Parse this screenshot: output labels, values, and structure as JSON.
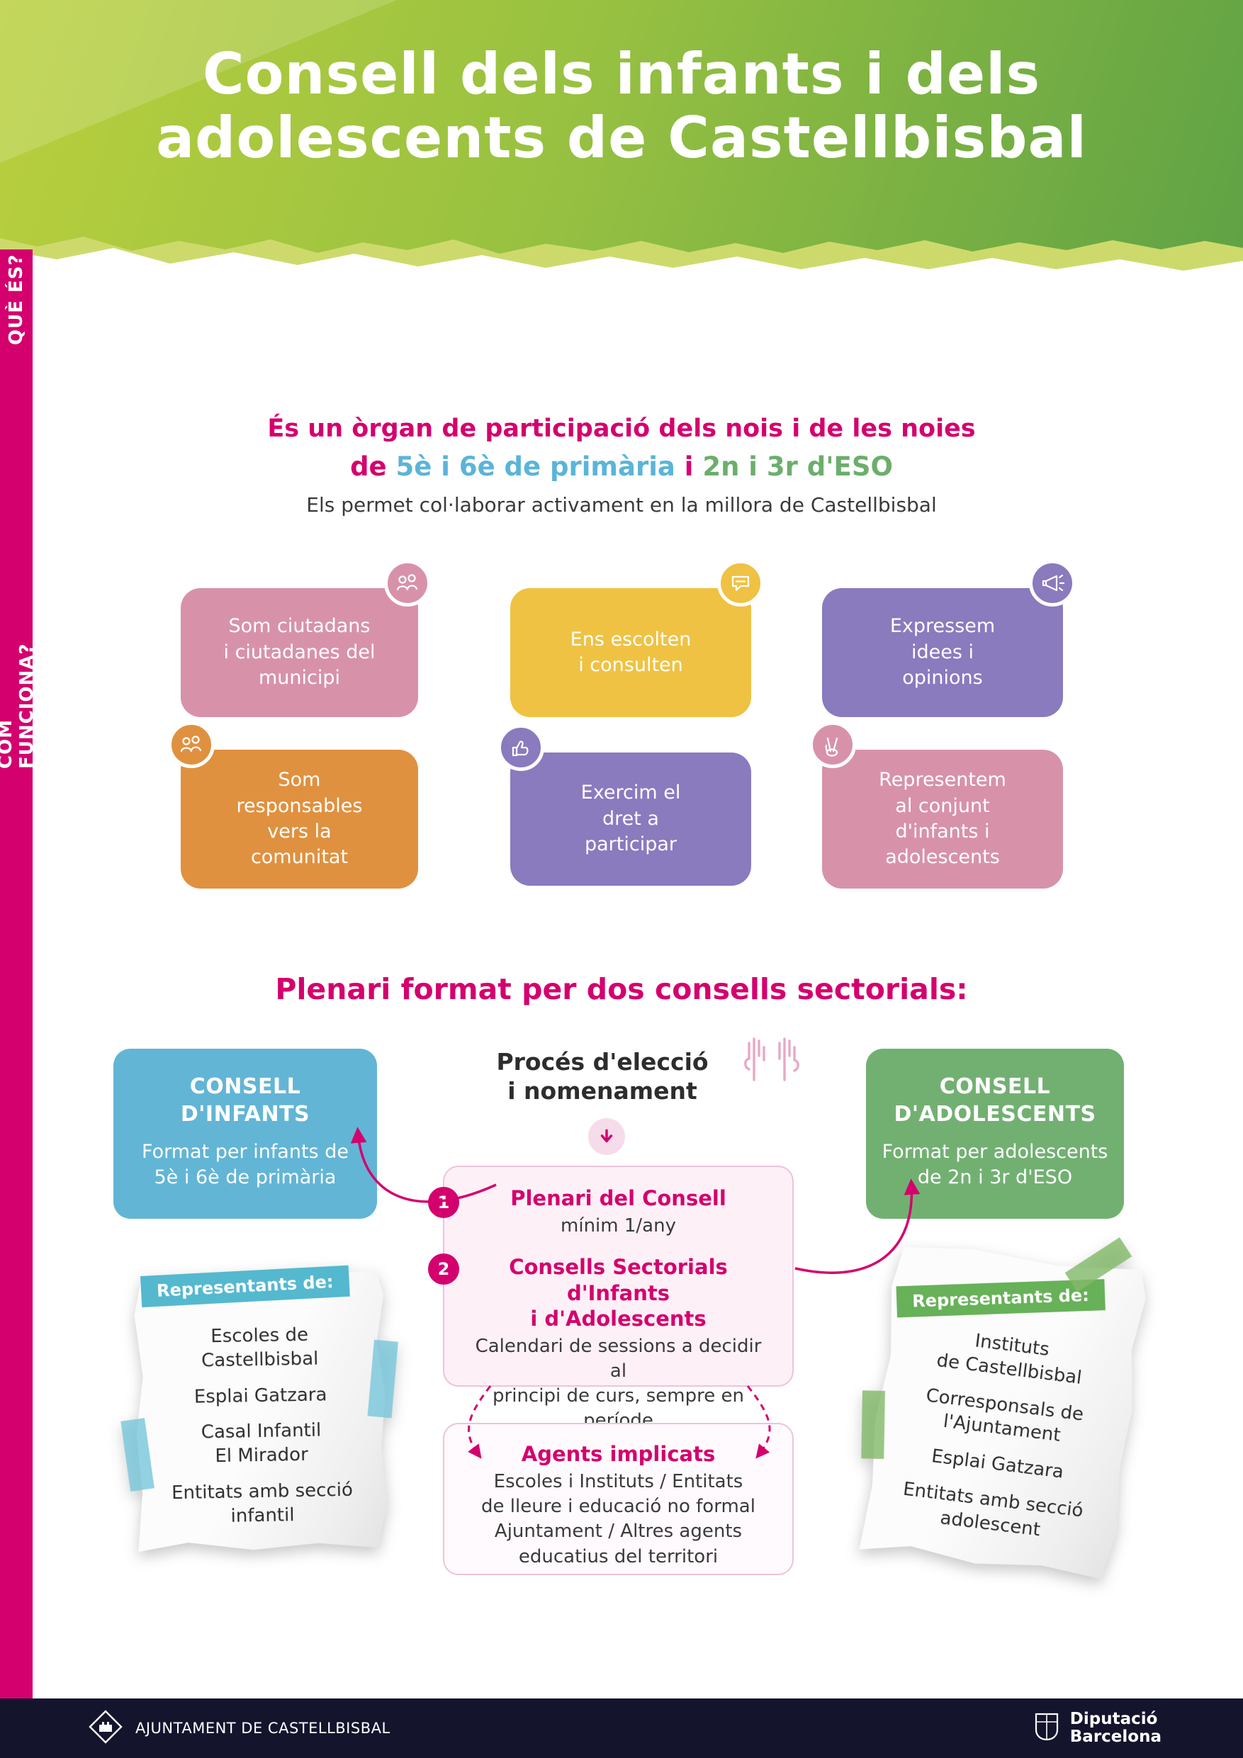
{
  "colors": {
    "magenta": "#d4006e",
    "header_green_light": "#b9cf3d",
    "header_green_dark": "#5fa245",
    "blue": "#62b5d5",
    "green": "#72b072",
    "yellow": "#efc243",
    "purple": "#8a7abe",
    "pink": "#d792a9",
    "orange": "#e0913f",
    "ribbon_blue": "#54b8cf",
    "ribbon_green": "#67b158",
    "footer_bg": "#14142d"
  },
  "header": {
    "title_line1": "Consell dels infants i dels",
    "title_line2": "adolescents de Castellbisbal"
  },
  "sidebar": {
    "que_es": "QUÈ ÉS?",
    "com_funciona": "COM FUNCIONA?"
  },
  "intro": {
    "line1": "És un òrgan de participació dels nois i de les noies",
    "line2_prefix": "de",
    "line2_primaria": "5è i 6è de primària",
    "line2_mid": "i",
    "line2_eso": "2n i 3r d'ESO",
    "line3": "Els permet col·laborar activament en la millora de Castellbisbal"
  },
  "features": [
    {
      "text": "Som ciutadans\ni ciutadanes del\nmunicipi",
      "icon": "citizens-group-icon"
    },
    {
      "text": "Ens escolten\ni consulten",
      "icon": "speech-bubble-icon"
    },
    {
      "text": "Expressem\nidees i\nopinions",
      "icon": "megaphone-icon"
    },
    {
      "text": "Som\nresponsables\nvers la\ncomunitat",
      "icon": "community-group-icon"
    },
    {
      "text": "Exercim el\ndret a\nparticipar",
      "icon": "thumbs-up-icon"
    },
    {
      "text": "Representem\nal conjunt\nd'infants i\nadolescents",
      "icon": "victory-hand-icon"
    }
  ],
  "how": {
    "heading": "Plenari format per dos consells sectorials:",
    "infants": {
      "title": "CONSELL\nD'INFANTS",
      "desc": "Format per infants de\n5è i 6è de primària"
    },
    "adolescents": {
      "title": "CONSELL\nD'ADOLESCENTS",
      "desc": "Format per adolescents\nde 2n i 3r d'ESO"
    },
    "process_title": "Procés d'elecció\ni nomenament",
    "steps": [
      {
        "num": "1",
        "title": "Plenari del Consell",
        "desc": "mínim 1/any"
      },
      {
        "num": "2",
        "title": "Consells Sectorials d'Infants\ni d'Adolescents",
        "desc": "Calendari de sessions a decidir al\nprincipi de curs, sempre en període\nlectiu (mensual)"
      }
    ],
    "agents": {
      "title": "Agents implicats",
      "desc": "Escoles i Instituts / Entitats\nde lleure i educació no formal\nAjuntament / Altres agents\neducatius del territori"
    }
  },
  "notes": {
    "left": {
      "label": "Representants de:",
      "items": [
        "Escoles de\nCastellbisbal",
        "Esplai Gatzara",
        "Casal Infantil\nEl Mirador",
        "Entitats amb secció\ninfantil"
      ]
    },
    "right": {
      "label": "Representants de:",
      "items": [
        "Instituts\nde Castellbisbal",
        "Corresponsals de\nl'Ajuntament",
        "Esplai Gatzara",
        "Entitats amb secció\nadolescent"
      ]
    }
  },
  "footer": {
    "ajuntament": "AJUNTAMENT DE CASTELLBISBAL",
    "diputacio_line1": "Diputació",
    "diputacio_line2": "Barcelona"
  }
}
